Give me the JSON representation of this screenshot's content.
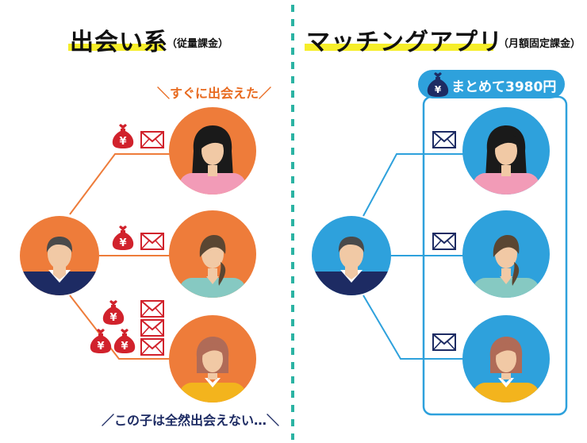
{
  "left_panel": {
    "title": "出会い系",
    "subtitle": "（従量課金）",
    "annotation_top": "＼すぐに出会えた／",
    "annotation_bottom": "／この子は全然出会えない…＼",
    "accent_color": "#ee7c3a"
  },
  "right_panel": {
    "title": "マッチングアプリ",
    "subtitle": "（月額固定課金）",
    "price_label": "まとめて3980円",
    "accent_color": "#2ea1dc"
  },
  "icons": {
    "money": "money-bag-yen-icon",
    "mail": "envelope-icon"
  },
  "colors": {
    "highlight": "#f6ee2a",
    "divider": "#2bb3a3",
    "money_red": "#d1222c",
    "mail_red": "#d1222c",
    "mail_navy": "#1d2b63"
  }
}
